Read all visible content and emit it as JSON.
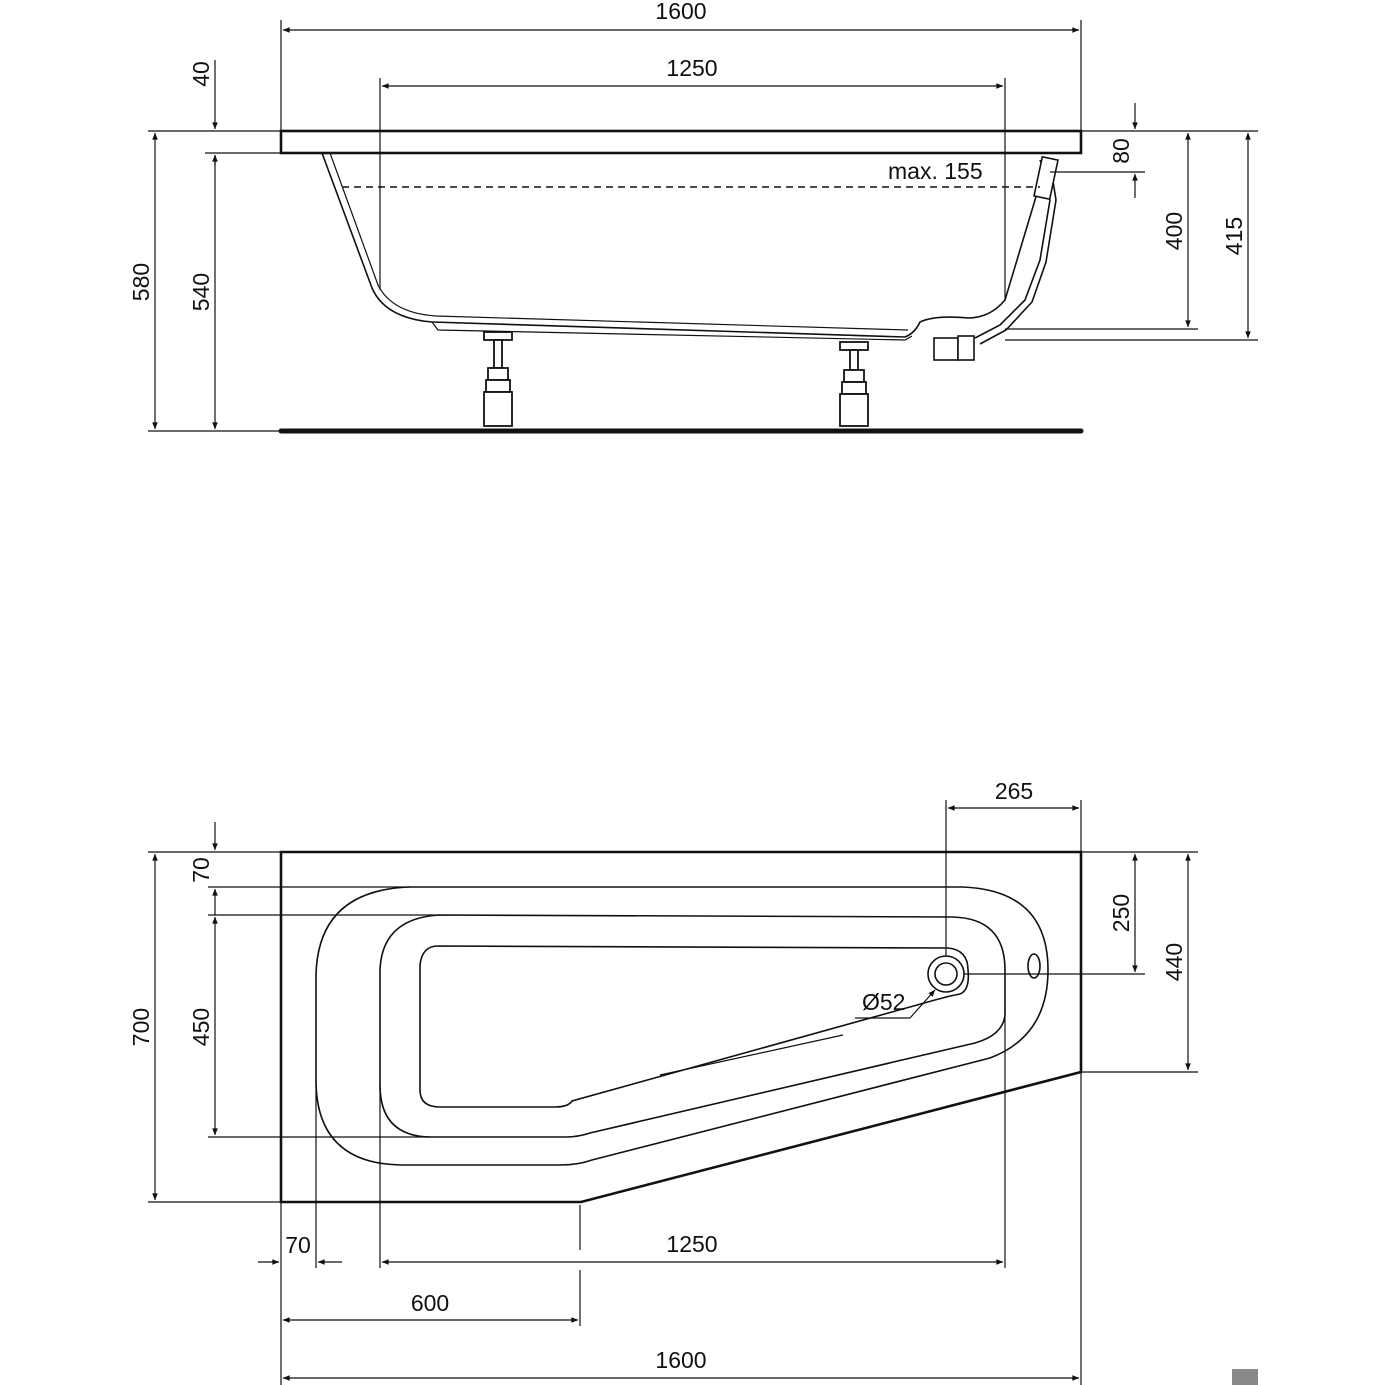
{
  "side_view": {
    "overall_length": "1600",
    "inner_length": "1250",
    "rim_thickness": "40",
    "total_height": "580",
    "inner_height": "540",
    "max_water": "max. 155",
    "overflow_offset": "80",
    "depth_at_waste": "400",
    "depth_total": "415"
  },
  "plan_view": {
    "width": "700",
    "rim_width": "70",
    "inner_width": "450",
    "waste_from_end": "265",
    "waste_from_top": "250",
    "short_end_width": "440",
    "waste_diameter": "Ø52",
    "rim_left": "70",
    "inner_length": "1250",
    "straight_section": "600",
    "overall_length": "1600"
  },
  "colors": {
    "line": "#111111",
    "corner_mark": "#888888"
  }
}
